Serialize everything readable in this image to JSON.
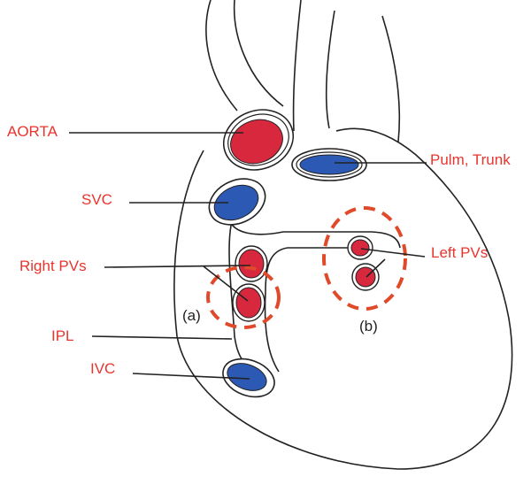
{
  "labels": {
    "aorta": "AORTA",
    "pulm_trunk": "Pulm, Trunk",
    "svc": "SVC",
    "right_pvs": "Right PVs",
    "left_pvs": "Left PVs",
    "ipl": "IPL",
    "ivc": "IVC",
    "region_a": "(a)",
    "region_b": "(b)"
  },
  "colors": {
    "label_red": "#e8352d",
    "arterial_red": "#d8283e",
    "venous_blue": "#2b59b4",
    "outline": "#222222",
    "dashed_ring": "#e04a2a"
  }
}
